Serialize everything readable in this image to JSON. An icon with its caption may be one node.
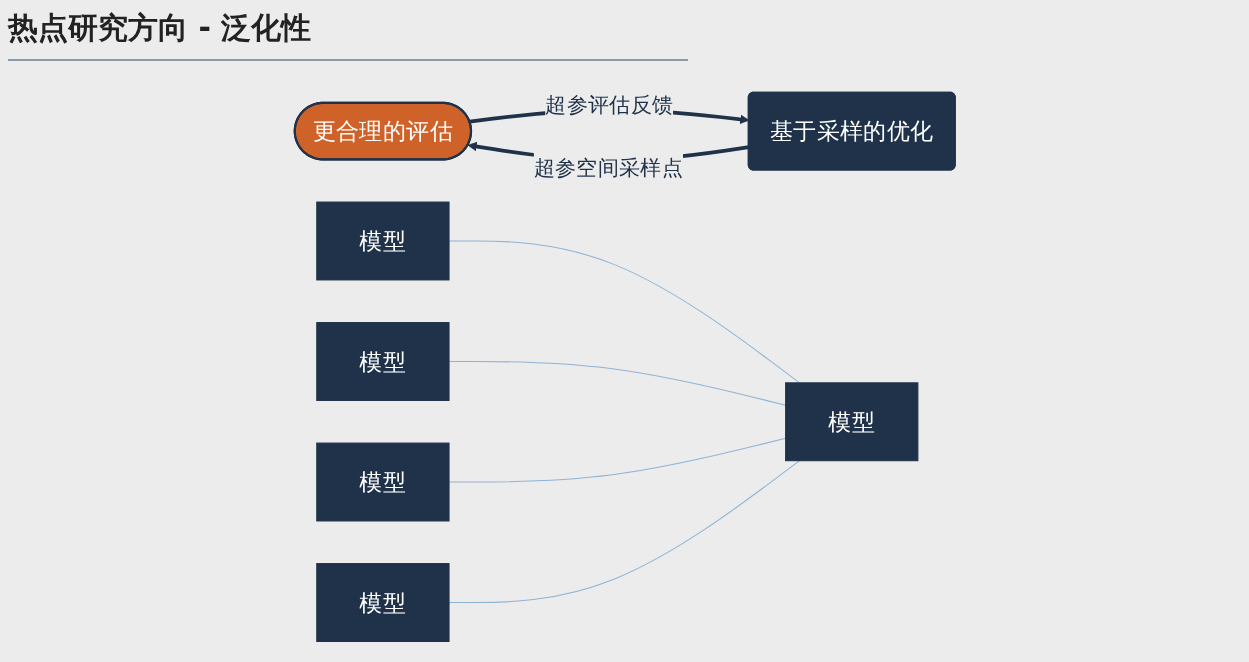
{
  "diagram": {
    "title": "热点研究方向 - 泛化性",
    "nodes": [
      {
        "text": [
          "更合理的评估"
        ]
      },
      {
        "text": [
          "基于采样的优化"
        ]
      },
      {
        "text": [
          "模型"
        ]
      },
      {
        "text": [
          "模型"
        ]
      },
      {
        "text": [
          "模型"
        ]
      },
      {
        "text": [
          "模型"
        ]
      },
      {
        "text": [
          "模型"
        ]
      }
    ],
    "edges": [
      {
        "from": 0,
        "to": 1,
        "arrow": "to",
        "label": "超参评估反馈",
        "style": "thick",
        "color": "#1f3249"
      },
      {
        "from": 1,
        "to": 0,
        "arrow": "to",
        "label": "超参空间采样点",
        "style": "thick",
        "color": "#1f3249"
      },
      {
        "from": 2,
        "to": 6,
        "arrow": "none"
      },
      {
        "from": 3,
        "to": 6,
        "arrow": "none"
      },
      {
        "from": 4,
        "to": 6,
        "arrow": "none"
      },
      {
        "from": 5,
        "to": 6,
        "arrow": "none"
      }
    ]
  }
}
